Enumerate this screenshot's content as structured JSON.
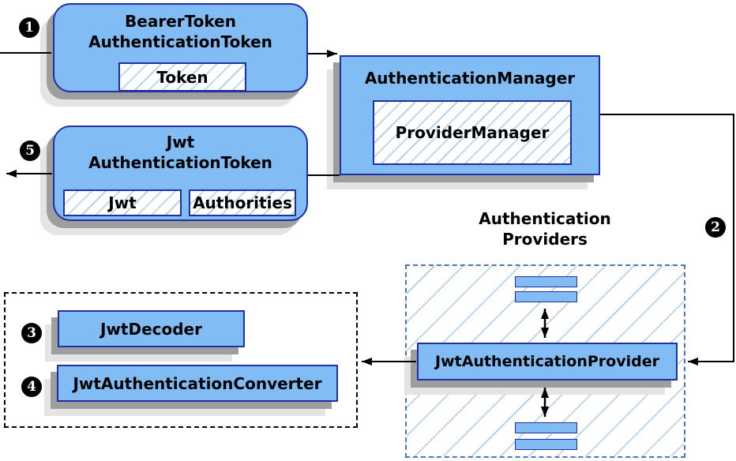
{
  "colors": {
    "box_fill": "#82bcf4",
    "box_border": "#2130a0",
    "hatch_line": "#a8ccf2",
    "providers_dash_border": "#4a78b5",
    "black_dash_border": "#000000",
    "connector": "#000000",
    "shadow": "#9e9e9e",
    "badge_bg": "#000000",
    "badge_text": "#ffffff"
  },
  "bearer_token": {
    "title_line1": "BearerToken",
    "title_line2": "AuthenticationToken",
    "field_token": "Token"
  },
  "authentication_manager": {
    "title": "AuthenticationManager",
    "inner": "ProviderManager"
  },
  "jwt_authentication_token": {
    "title_line1": "Jwt",
    "title_line2": "AuthenticationToken",
    "field_jwt": "Jwt",
    "field_authorities": "Authorities"
  },
  "authentication_providers": {
    "title_line1": "Authentication",
    "title_line2": "Providers",
    "provider": "JwtAuthenticationProvider"
  },
  "converter_group": {
    "decoder": "JwtDecoder",
    "converter": "JwtAuthenticationConverter"
  },
  "steps": {
    "s1": "1",
    "s2": "2",
    "s3": "3",
    "s4": "4",
    "s5": "5"
  }
}
